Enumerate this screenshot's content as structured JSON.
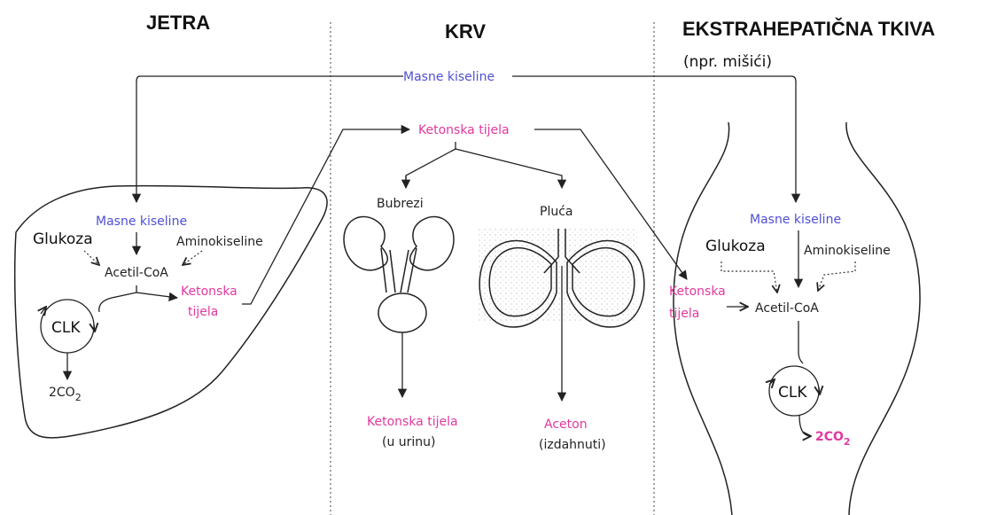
{
  "headers": {
    "liver": "JETRA",
    "blood": "KRV",
    "extrahepatic": "EKSTRAHEPATIČNA TKIVA",
    "extrahepatic_sub": "(npr. mišići)"
  },
  "top": {
    "fatty_acids": "Masne kiseline",
    "ketone_bodies": "Ketonska tijela"
  },
  "liver": {
    "fatty_acids": "Masne kiseline",
    "glucose": "Glukoza",
    "amino_acids": "Aminokiseline",
    "acetyl_coa": "Acetil-CoA",
    "ketone_line1": "Ketonska",
    "ketone_line2": "tijela",
    "cycle": "CLK",
    "co2_prefix": "2CO",
    "co2_sub": "2"
  },
  "blood": {
    "kidneys": "Bubrezi",
    "lungs": "Pluća",
    "urine_ketones": "Ketonska tijela",
    "urine_note": "(u urinu)",
    "acetone": "Aceton",
    "acetone_note": "(izdahnuti)"
  },
  "tissue": {
    "fatty_acids": "Masne kiseline",
    "glucose": "Glukoza",
    "amino_acids": "Aminokiseline",
    "ketone_line1": "Ketonska",
    "ketone_line2": "tijela",
    "acetyl_coa": "Acetil-CoA",
    "cycle": "CLK",
    "co2_prefix": "2CO",
    "co2_sub": "2"
  },
  "colors": {
    "fatty_acids": "#4f4fd6",
    "ketones": "#e0399f",
    "line": "#222222"
  }
}
